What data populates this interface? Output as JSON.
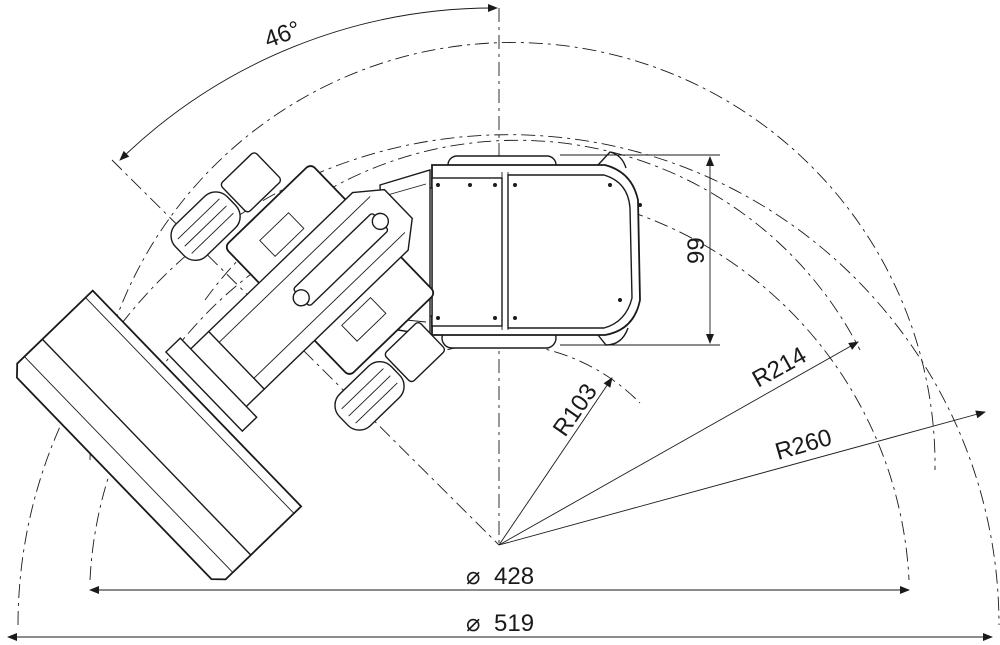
{
  "diagram": {
    "angle_label": "46°",
    "width_label": "99",
    "radius_labels": {
      "r103": "R103",
      "r214": "R214",
      "r260": "R260"
    },
    "diameter_labels": {
      "d428": "428",
      "d519": "519"
    },
    "diameter_symbol": "⌀"
  }
}
